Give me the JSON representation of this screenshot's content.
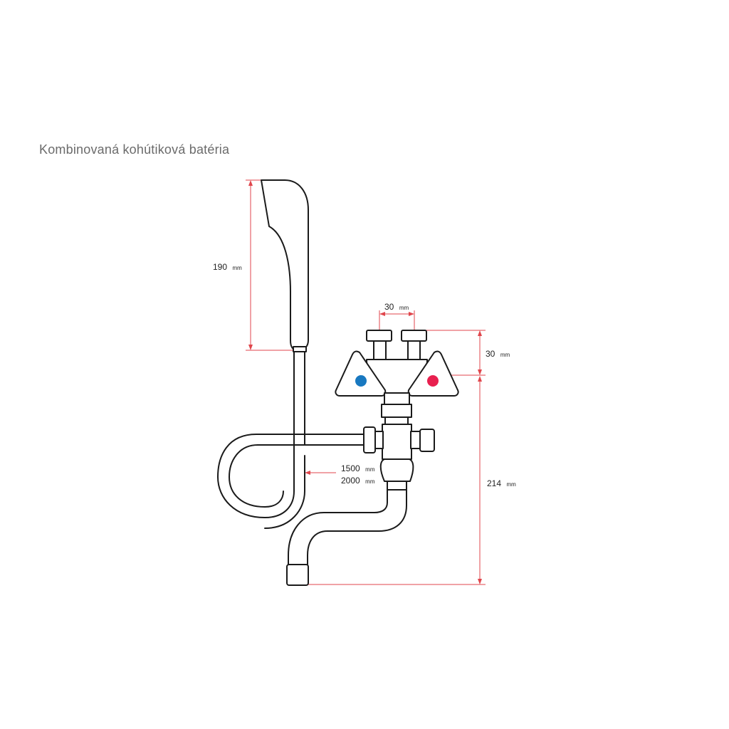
{
  "title": "Kombinovaná kohútiková batéria",
  "colors": {
    "cold_indicator": "#1878c0",
    "hot_indicator": "#e8204f",
    "dimension_lines": "#e0464c",
    "outline": "#1a1a1a",
    "title_text": "#6b6b6b"
  },
  "dimensions": {
    "shower_head_height": {
      "value": "190",
      "unit": "mm"
    },
    "inlet_spacing": {
      "value": "30",
      "unit": "mm"
    },
    "connector_height": {
      "value": "30",
      "unit": "mm"
    },
    "body_height": {
      "value": "214",
      "unit": "mm"
    },
    "hose_length_short": {
      "value": "1500",
      "unit": "mm"
    },
    "hose_length_long": {
      "value": "2000",
      "unit": "mm"
    }
  },
  "icons": {
    "cold_handle": "cold-water-dot-icon",
    "hot_handle": "hot-water-dot-icon"
  }
}
